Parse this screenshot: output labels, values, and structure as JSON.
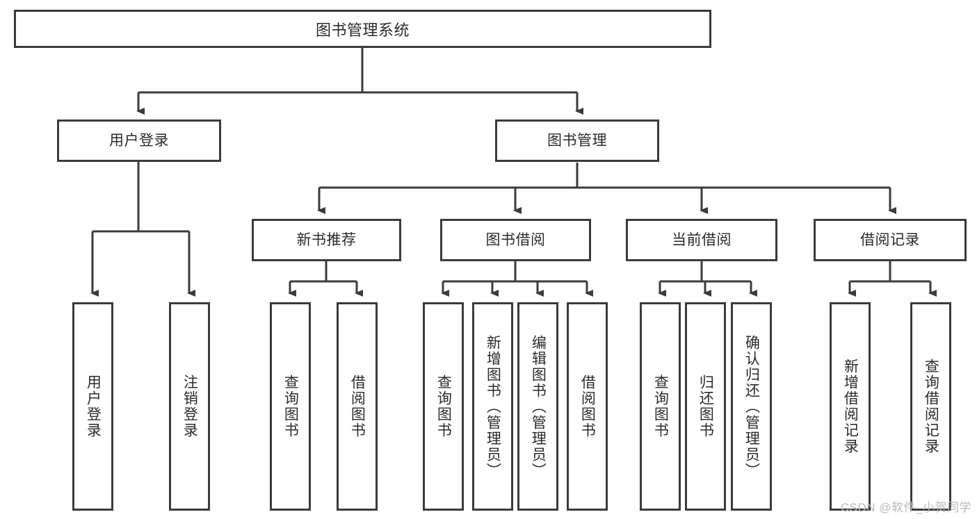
{
  "diagram": {
    "title": "图书管理系统",
    "type": "hierarchy-tree",
    "root": {
      "label": "图书管理系统"
    },
    "level1": [
      {
        "label": "用户登录"
      },
      {
        "label": "图书管理"
      }
    ],
    "level2": [
      {
        "label": "新书推荐"
      },
      {
        "label": "图书借阅"
      },
      {
        "label": "当前借阅"
      },
      {
        "label": "借阅记录"
      }
    ],
    "leaves": {
      "user_login": [
        {
          "label": "用户登录"
        },
        {
          "label": "注销登录"
        }
      ],
      "new_book_recommend": [
        {
          "label": "查询图书"
        },
        {
          "label": "借阅图书"
        }
      ],
      "book_borrow": [
        {
          "label": "查询图书"
        },
        {
          "label": "新增图书（管理员）"
        },
        {
          "label": "编辑图书（管理员）"
        },
        {
          "label": "借阅图书"
        }
      ],
      "current_borrow": [
        {
          "label": "查询图书"
        },
        {
          "label": "归还图书"
        },
        {
          "label": "确认归还（管理员）"
        }
      ],
      "borrow_record": [
        {
          "label": "新增借阅记录"
        },
        {
          "label": "查询借阅记录"
        }
      ]
    }
  },
  "watermark": {
    "text": "CSDN @软件_小贺同学"
  },
  "colors": {
    "stroke": "#3b3b3b",
    "text": "#2b2b2b",
    "background": "#ffffff",
    "watermark": "#b9b9b9"
  }
}
